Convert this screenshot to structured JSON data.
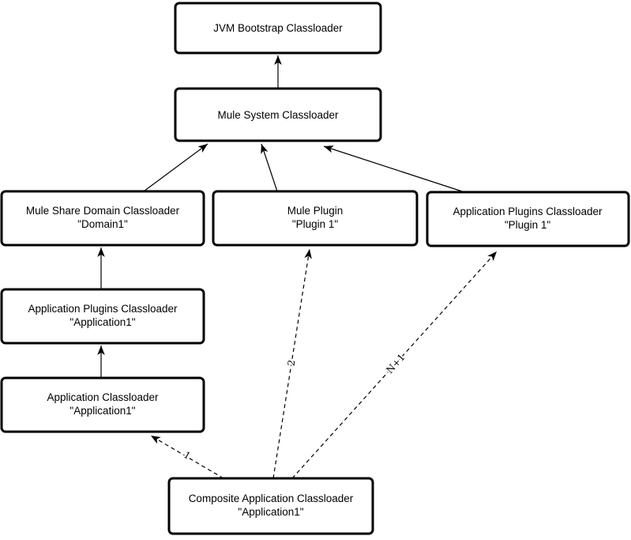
{
  "diagram": {
    "description": "Mule classloader hierarchy diagram",
    "colors": {
      "background": "#ffffff",
      "node_fill": "#ffffff",
      "node_border": "#000000",
      "text": "#000000"
    },
    "nodes": [
      {
        "id": "jvm-bootstrap-classloader",
        "title": "JVM Bootstrap Classloader",
        "subtitle": ""
      },
      {
        "id": "mule-system-classloader",
        "title": "Mule System Classloader",
        "subtitle": ""
      },
      {
        "id": "mule-share-domain-classloader",
        "title": "Mule Share Domain Classloader",
        "subtitle": "\"Domain1\""
      },
      {
        "id": "mule-plugin",
        "title": "Mule Plugin",
        "subtitle": "\"Plugin 1\""
      },
      {
        "id": "application-plugins-classloader-plugin1",
        "title": "Application Plugins Classloader",
        "subtitle": "\"Plugin 1\""
      },
      {
        "id": "application-plugins-classloader-application1",
        "title": "Application Plugins Classloader",
        "subtitle": "\"Application1\""
      },
      {
        "id": "application-classloader-application1",
        "title": "Application Classloader",
        "subtitle": "\"Application1\""
      },
      {
        "id": "composite-application-classloader-application1",
        "title": "Composite Application Classloader",
        "subtitle": "\"Application1\""
      }
    ],
    "edges": [
      {
        "from": "mule-system-classloader",
        "to": "jvm-bootstrap-classloader",
        "style": "solid",
        "label": ""
      },
      {
        "from": "mule-share-domain-classloader",
        "to": "mule-system-classloader",
        "style": "solid",
        "label": ""
      },
      {
        "from": "mule-plugin",
        "to": "mule-system-classloader",
        "style": "solid",
        "label": ""
      },
      {
        "from": "application-plugins-classloader-plugin1",
        "to": "mule-system-classloader",
        "style": "solid",
        "label": ""
      },
      {
        "from": "application-plugins-classloader-application1",
        "to": "mule-share-domain-classloader",
        "style": "solid",
        "label": ""
      },
      {
        "from": "application-classloader-application1",
        "to": "application-plugins-classloader-application1",
        "style": "solid",
        "label": ""
      },
      {
        "from": "composite-application-classloader-application1",
        "to": "application-classloader-application1",
        "style": "dashed",
        "label": "1"
      },
      {
        "from": "composite-application-classloader-application1",
        "to": "mule-plugin",
        "style": "dashed",
        "label": "2"
      },
      {
        "from": "composite-application-classloader-application1",
        "to": "application-plugins-classloader-plugin1",
        "style": "dashed",
        "label": "N+1"
      }
    ]
  }
}
